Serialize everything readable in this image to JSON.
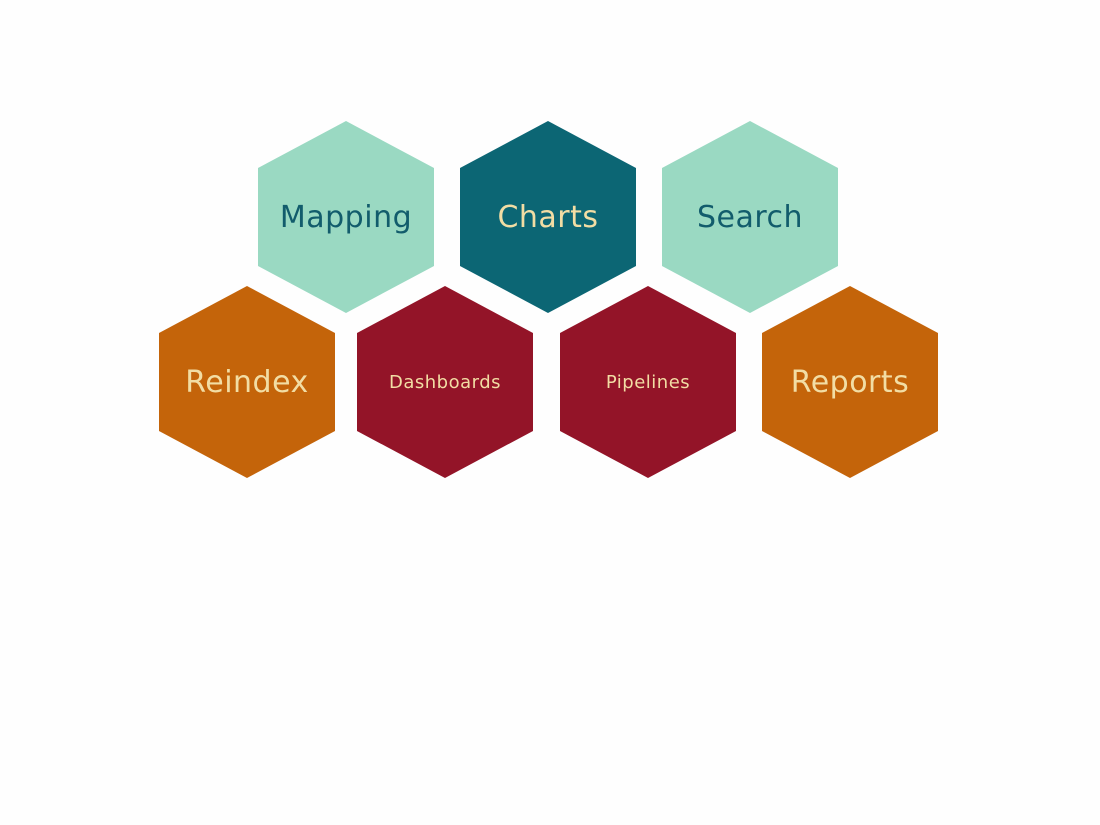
{
  "diagram": {
    "type": "hexagon-grid",
    "rows": [
      {
        "row": 1,
        "items": [
          {
            "id": "mapping",
            "label": "Mapping",
            "fill": "#9ad9c2",
            "text_color": "#125c6c"
          },
          {
            "id": "charts",
            "label": "Charts",
            "fill": "#0c6674",
            "text_color": "#f2dda4"
          },
          {
            "id": "search",
            "label": "Search",
            "fill": "#9ad9c2",
            "text_color": "#125c6c"
          }
        ]
      },
      {
        "row": 2,
        "items": [
          {
            "id": "reindex",
            "label": "Reindex",
            "fill": "#c4640a",
            "text_color": "#f2dda4"
          },
          {
            "id": "dashboards",
            "label": "Dashboards",
            "fill": "#931428",
            "text_color": "#f2dda4"
          },
          {
            "id": "pipelines",
            "label": "Pipelines",
            "fill": "#931428",
            "text_color": "#f2dda4"
          },
          {
            "id": "reports",
            "label": "Reports",
            "fill": "#c4640a",
            "text_color": "#f2dda4"
          }
        ]
      }
    ]
  },
  "colors": {
    "background": "#fefefe",
    "mint": "#9ad9c2",
    "teal": "#0c6674",
    "orange": "#c4640a",
    "crimson": "#931428",
    "cream_text": "#f2dda4",
    "teal_text": "#125c6c"
  }
}
